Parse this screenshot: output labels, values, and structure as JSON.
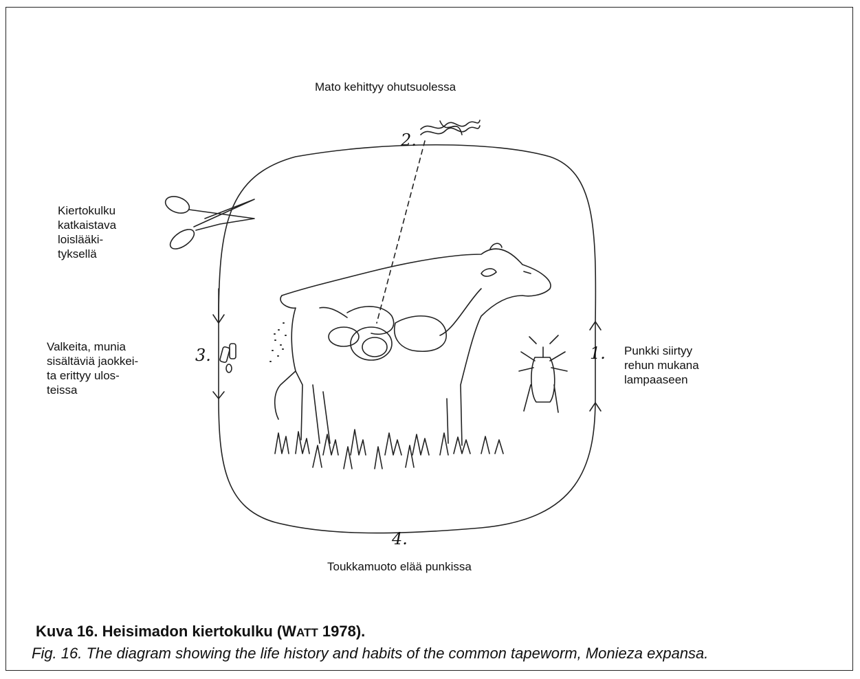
{
  "labels": {
    "top": "Mato kehittyy ohutsuolessa",
    "left_upper": "Kiertokulku\nkatkaistava\nloislääki-\ntyksellä",
    "left_lower": "Valkeita, munia\nsisältäviä jaokkei-\nta erittyy ulos-\nteissa",
    "right": "Punkki siirtyy\nrehun mukana\nlampaaseen",
    "bottom": "Toukkamuoto elää punkissa"
  },
  "step_numbers": {
    "one": "1.",
    "two": "2.",
    "three": "3.",
    "four": "4."
  },
  "caption": {
    "fi_main": "Kuva 16. Heisimadon kiertokulku (",
    "fi_author_initial": "W",
    "fi_author_rest": "ATT",
    "fi_tail": " 1978).",
    "en": "Fig. 16. The diagram showing the life history and habits of the common tapeworm, Monieza expansa."
  },
  "colors": {
    "line": "#222222",
    "background": "#ffffff"
  },
  "icons": [
    "scissors-icon",
    "worm-icon",
    "egg-segments-icon",
    "mite-icon",
    "sheep-drawing",
    "grass-drawing"
  ]
}
